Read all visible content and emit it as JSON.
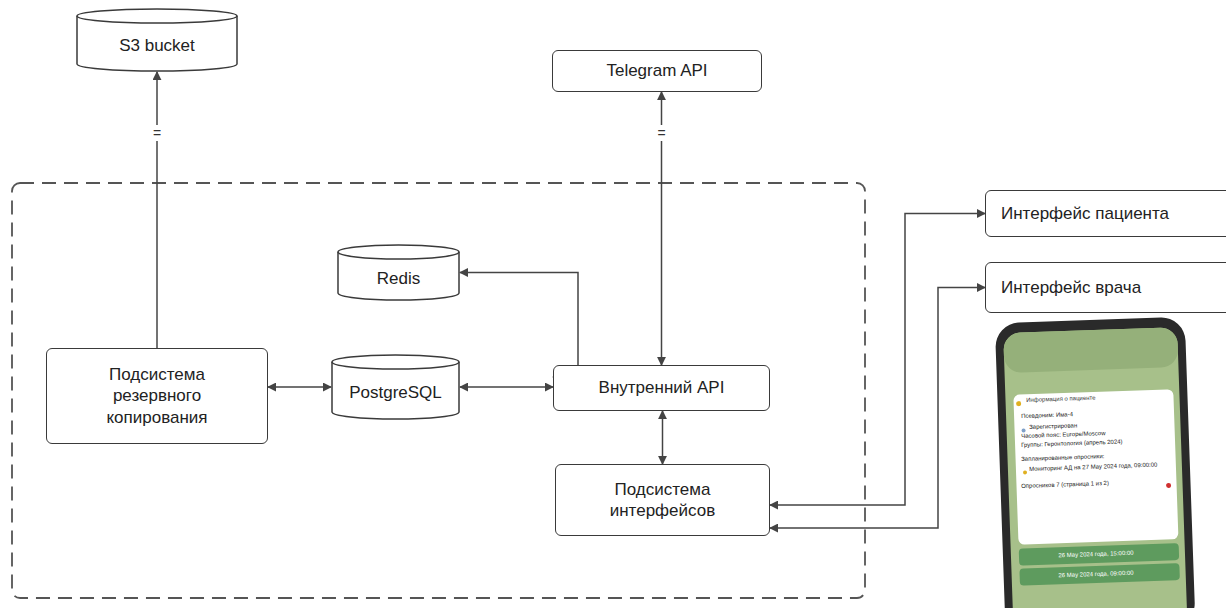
{
  "diagram": {
    "nodes": [
      {
        "text": [
          "S3 bucket"
        ]
      },
      {
        "text": [
          "Telegram API"
        ]
      },
      {
        "text": [
          "Интерфейс пациента"
        ]
      },
      {
        "text": [
          "Интерфейс врача"
        ]
      },
      {
        "text": [
          "Redis"
        ]
      },
      {
        "text": [
          "Подсистема резервного копирования"
        ]
      },
      {
        "text": [
          "PostgreSQL"
        ]
      },
      {
        "text": [
          "Внутренний API"
        ]
      },
      {
        "text": [
          "Подсистема интерфейсов"
        ]
      }
    ],
    "edges": [
      {
        "from": 5,
        "to": 0,
        "arrow": "to",
        "label": "="
      },
      {
        "from": 7,
        "to": 1,
        "arrow": "both",
        "label": "="
      },
      {
        "from": 4,
        "to": 7,
        "arrow": "both"
      },
      {
        "from": 5,
        "to": 6,
        "arrow": "both"
      },
      {
        "from": 6,
        "to": 7,
        "arrow": "both"
      },
      {
        "from": 7,
        "to": 8,
        "arrow": "both"
      },
      {
        "from": 8,
        "to": 2,
        "arrow": "both"
      },
      {
        "from": 8,
        "to": 3,
        "arrow": "both"
      }
    ],
    "labels": [
      "Информация о пациенте",
      "Псевдоним: Има-4",
      "Зарегистрирован",
      "Часовой пояс: Europe/Moscow",
      "Группы: Геронтология (апрель 2024)",
      "Запланированные опросники:",
      "Мониторинг АД на 27 May 2024 года, 09:00:00",
      "Опросников 7 (страница 1 из 2)",
      "26 May 2024 года, 15:00:00",
      "26 May 2024 года, 09:00:00"
    ]
  }
}
